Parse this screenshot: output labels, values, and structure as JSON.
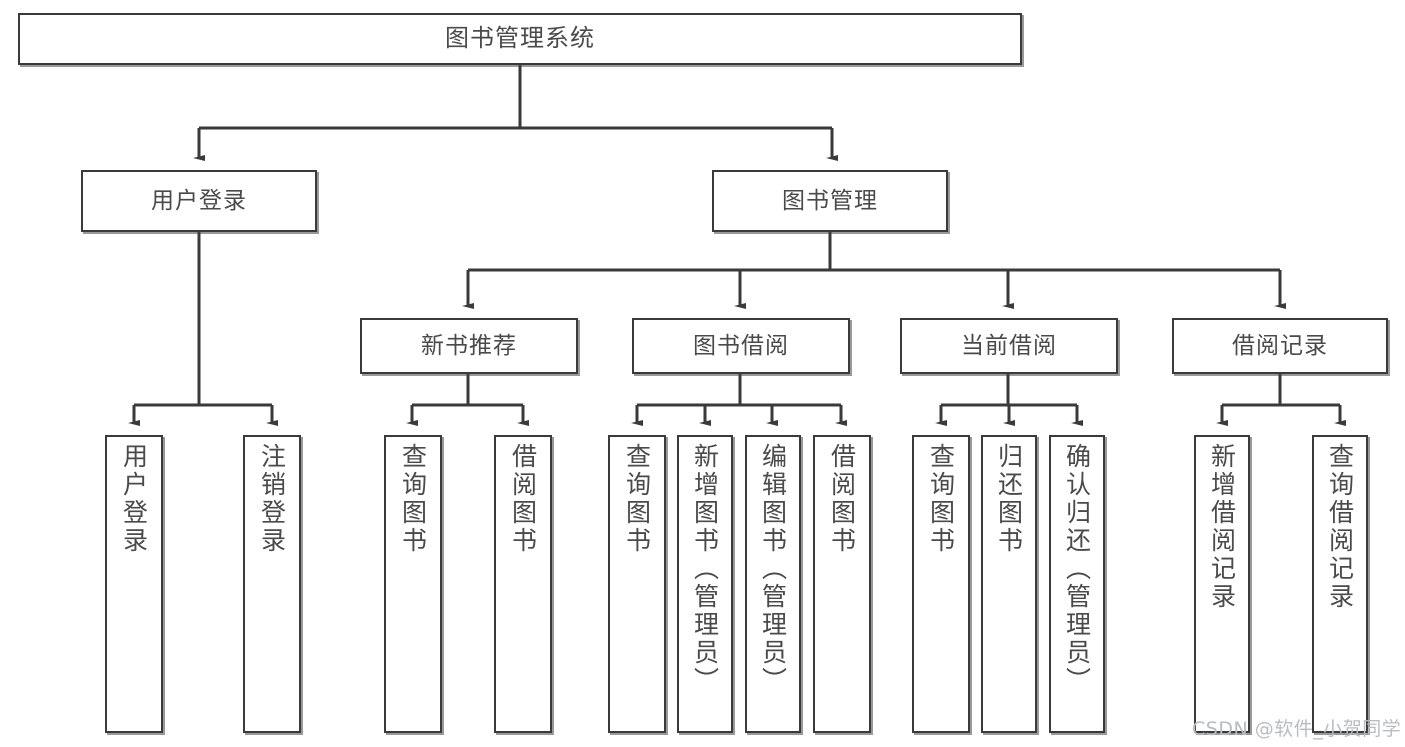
{
  "diagram": {
    "title": "图书管理系统",
    "root": {
      "label": "图书管理系统"
    },
    "level2": [
      {
        "label": "用户登录"
      },
      {
        "label": "图书管理"
      }
    ],
    "level3": [
      {
        "label": "新书推荐"
      },
      {
        "label": "图书借阅"
      },
      {
        "label": "当前借阅"
      },
      {
        "label": "借阅记录"
      }
    ],
    "leaves": {
      "user_login": [
        {
          "label": "用户登录"
        },
        {
          "label": "注销登录"
        }
      ],
      "new_book_recommend": [
        {
          "label": "查询图书"
        },
        {
          "label": "借阅图书"
        }
      ],
      "book_borrow": [
        {
          "label": "查询图书"
        },
        {
          "label": "新增图书（管理员）"
        },
        {
          "label": "编辑图书（管理员）"
        },
        {
          "label": "借阅图书"
        }
      ],
      "current_borrow": [
        {
          "label": "查询图书"
        },
        {
          "label": "归还图书"
        },
        {
          "label": "确认归还（管理员）"
        }
      ],
      "borrow_record": [
        {
          "label": "新增借阅记录"
        },
        {
          "label": "查询借阅记录"
        }
      ]
    }
  },
  "watermark": {
    "text": "CSDN @软件_小贺同学"
  },
  "colors": {
    "border": "#3a3a3a",
    "text": "#4a4a4a",
    "background": "#ffffff",
    "watermark": "#b9bcc0"
  }
}
